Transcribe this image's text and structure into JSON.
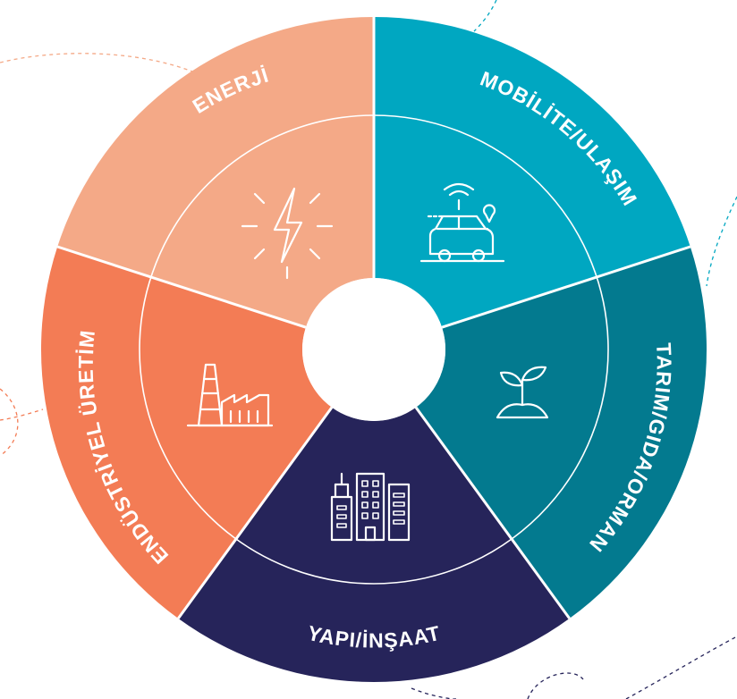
{
  "wheel": {
    "segments": [
      {
        "label": "ENERJİ",
        "icon": "lightning-icon",
        "color": "#F4A987"
      },
      {
        "label": "MOBİLİTE/ULAŞIM",
        "icon": "connected-car-icon",
        "color": "#00A7C1"
      },
      {
        "label": "TARIM/GIDA/ORMAN",
        "icon": "sprout-icon",
        "color": "#037A8F"
      },
      {
        "label": "YAPI/İNŞAAT",
        "icon": "buildings-icon",
        "color": "#26245A"
      },
      {
        "label": "ENDÜSTRİYEL ÜRETİM",
        "icon": "factory-icon",
        "color": "#F37C55"
      }
    ],
    "center_color": "#FFFFFF",
    "decor_dash_colors": [
      "#F4A987",
      "#00A7C1",
      "#26245A"
    ]
  }
}
